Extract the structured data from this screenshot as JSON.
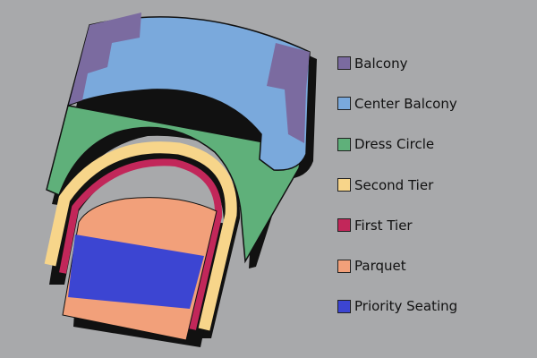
{
  "legend": [
    {
      "label": "Balcony",
      "color": "#7b6ba0"
    },
    {
      "label": "Center Balcony",
      "color": "#7aa9dc"
    },
    {
      "label": "Dress Circle",
      "color": "#5fb07a"
    },
    {
      "label": "Second Tier",
      "color": "#f7d58a"
    },
    {
      "label": "First Tier",
      "color": "#c2275a"
    },
    {
      "label": "Parquet",
      "color": "#f2a07a"
    },
    {
      "label": "Priority Seating",
      "color": "#3c45d2"
    }
  ]
}
